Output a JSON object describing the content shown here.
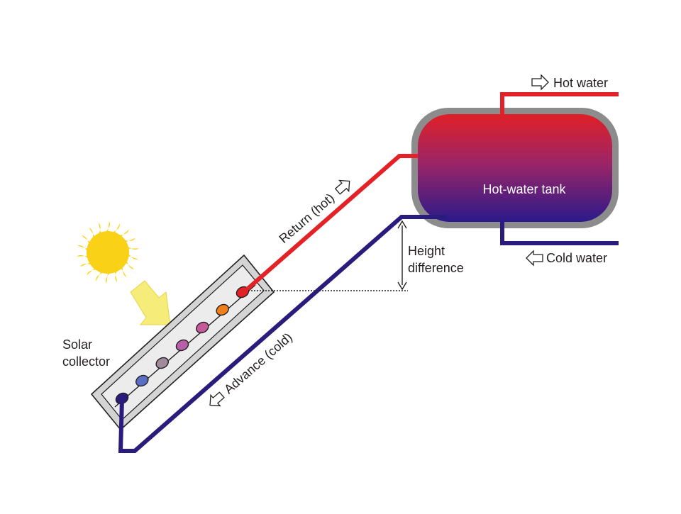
{
  "labels": {
    "hot_water": "Hot water",
    "cold_water": "Cold water",
    "tank": "Hot-water tank",
    "return": "Return (hot)",
    "advance": "Advance (cold)",
    "height_line1": "Height",
    "height_line2": "difference",
    "solar_line1": "Solar",
    "solar_line2": "collector"
  },
  "colors": {
    "hot": "#e32227",
    "cold": "#2a1c7c",
    "tank_top": "#e02027",
    "tank_bottom": "#2b1a8a",
    "tank_shell": "#8c8c8c",
    "sun": "#f9d117",
    "ray": "#f5ec7a",
    "collector": "#d4d4d4"
  },
  "collector_tubes": [
    "#2a1c7c",
    "#5a6fc4",
    "#a08a9c",
    "#b85fa8",
    "#c45a9a",
    "#ef7f1a",
    "#e32227"
  ]
}
